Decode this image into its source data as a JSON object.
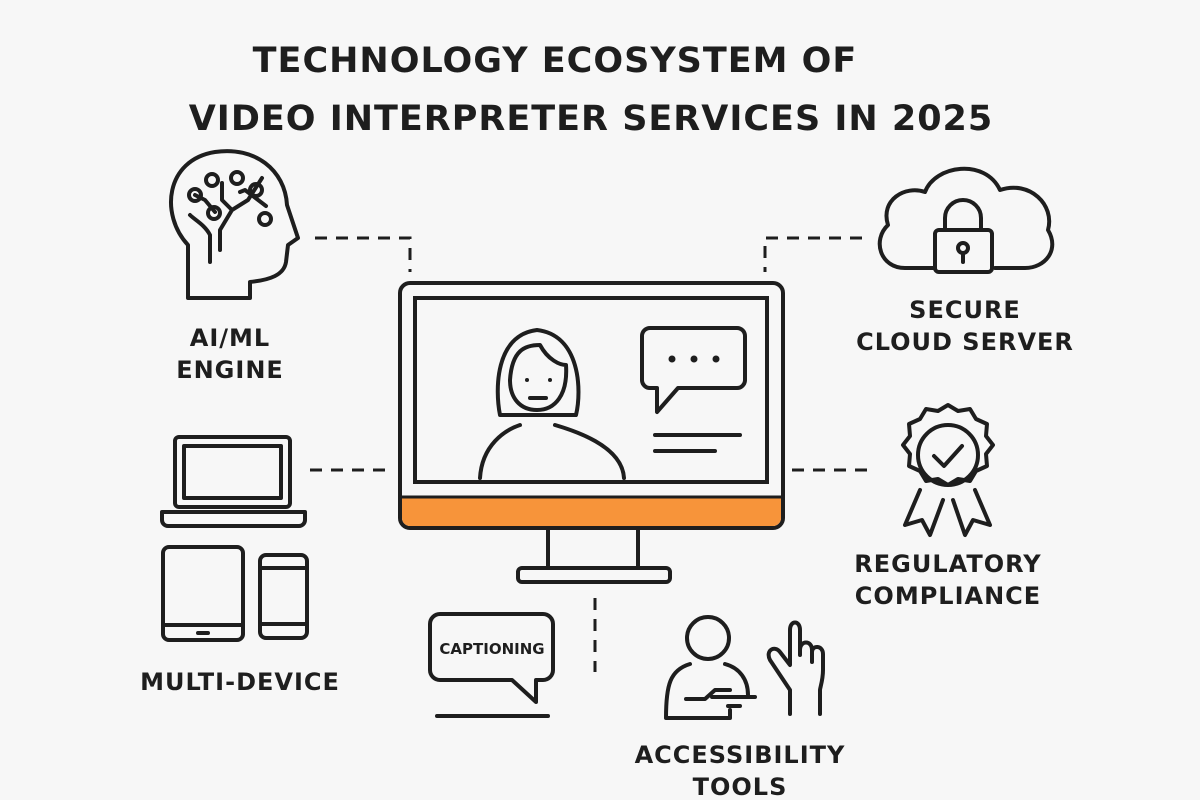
{
  "title": {
    "line1": "TECHNOLOGY ECOSYSTEM OF",
    "line2": "VIDEO INTERPRETER SERVICES IN 2025"
  },
  "accent_color": "#f7943a",
  "nodes": {
    "ai_ml": {
      "line1": "AI/ML",
      "line2": "ENGINE",
      "icon": "brain-circuit-head-icon"
    },
    "cloud": {
      "line1": "SECURE",
      "line2": "CLOUD SERVER",
      "icon": "cloud-lock-icon"
    },
    "devices": {
      "line1": "MULTI-DEVICE",
      "icon": "laptop-tablet-phone-icon"
    },
    "compliance": {
      "line1": "REGULATORY",
      "line2": "COMPLIANCE",
      "icon": "award-badge-check-icon"
    },
    "captioning": {
      "label": "CAPTIONING",
      "icon": "speech-bubble-icon"
    },
    "accessibility": {
      "line1": "ACCESSIBILITY",
      "line2": "TOOLS",
      "icon": "sign-language-icon"
    }
  },
  "center": {
    "icon": "video-call-monitor-icon"
  }
}
